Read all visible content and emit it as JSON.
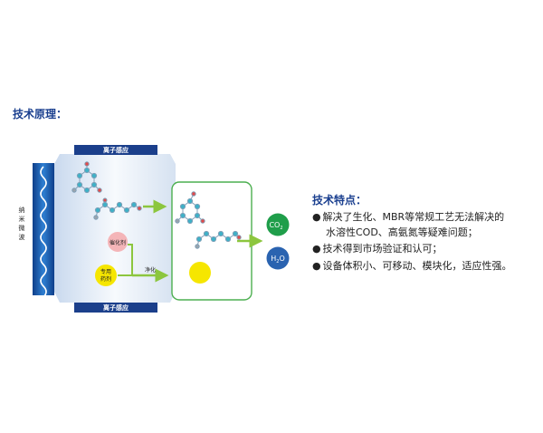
{
  "principle_title": "技术原理：",
  "diagram": {
    "top_label": "离子感应",
    "bottom_label": "离子感应",
    "left_label_chars": [
      "纳",
      "米",
      "微",
      "波"
    ],
    "catalyst_label": "催化剂",
    "agent_label_line1": "专用",
    "agent_label_line2": "药剂",
    "purify_label": "净化",
    "co2": {
      "main": "CO",
      "sub": "2"
    },
    "h2o": {
      "main": "H",
      "sub": "2",
      "tail": "O"
    }
  },
  "features": {
    "title": "技术特点：",
    "bullet": "●",
    "items": [
      {
        "line1": "解决了生化、MBR等常规工艺无法解决的",
        "line2": "水溶性COD、高氨氮等疑难问题；"
      },
      {
        "line1": "技术得到市场验证和认可；"
      },
      {
        "line1": "设备体积小、可移动、模块化，适应性强。"
      }
    ]
  },
  "colors": {
    "heading": "#1a3f8f",
    "band": "#1b3f8b",
    "wave_panel": "#1e5fb4",
    "frame_green": "#4caf50",
    "arrow_green": "#8cc63e",
    "co2_circle": "#1f9e4a",
    "h2o_circle": "#2a63b0",
    "catalyst_circle": "#f4b5b8",
    "agent_circle": "#f6e600"
  }
}
